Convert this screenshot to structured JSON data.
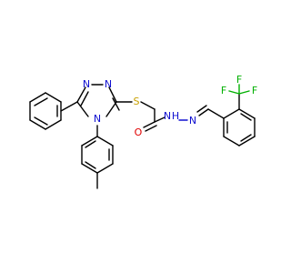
{
  "colors": {
    "carbon_bond": "#000000",
    "nitrogen": "#1010d0",
    "oxygen": "#e00000",
    "sulfur": "#c8a000",
    "fluorine": "#00b000",
    "background": "#ffffff"
  },
  "atoms": {
    "n_triazole_top_left": "N",
    "n_triazole_top_right": "N",
    "n_triazole_bottom": "N",
    "sulfur": "S",
    "oxygen": "O",
    "nh_hydrazide": "N",
    "h_hydrazide": "H",
    "n_imine": "N",
    "f_top": "F",
    "f_left": "F",
    "f_right": "F"
  }
}
